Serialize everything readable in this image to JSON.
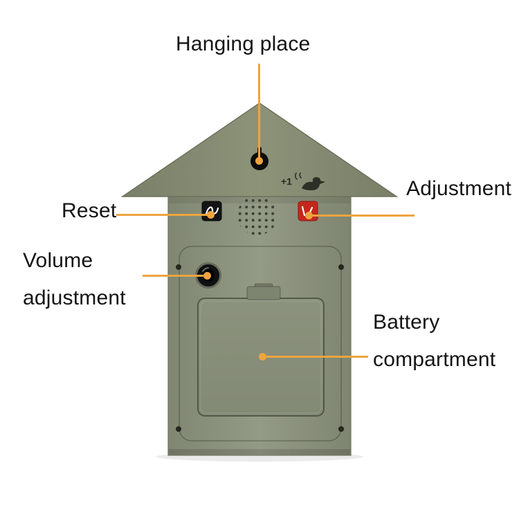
{
  "labels": {
    "hanging_place": "Hanging place",
    "reset": "Reset",
    "adjustment": "Adjustment",
    "volume_adjustment_line1": "Volume",
    "volume_adjustment_line2": "adjustment",
    "battery_compartment_line1": "Battery",
    "battery_compartment_line2": "compartment"
  },
  "markings": {
    "plus_one": "+1"
  },
  "icons": {
    "bird": "bird-icon",
    "sound_marks": "sound-marks-icon",
    "reset_button_glyph": "squiggle-icon",
    "adjustment_button_glyph": "clock-hands-icon"
  },
  "colors": {
    "body_green": "#8b927d",
    "roof_green": "#848b75",
    "battery_door_green": "#868d78",
    "leader_line_orange": "#eea43f",
    "button_black": "#141416",
    "button_red": "#c5271d",
    "label_text": "#141414",
    "background": "#ffffff"
  }
}
